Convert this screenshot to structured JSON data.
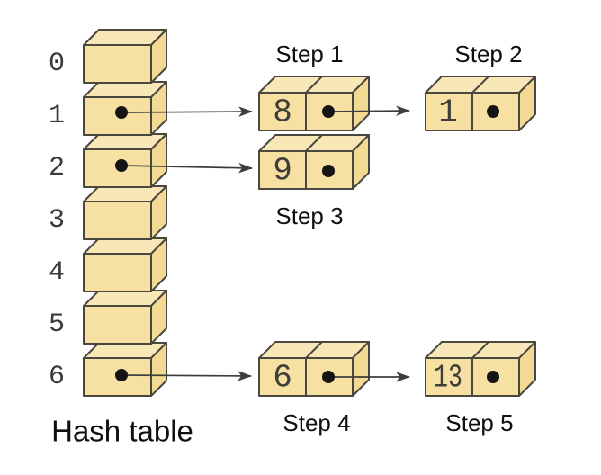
{
  "diagram": {
    "title": "Hash table",
    "colors": {
      "box_fill": "#f6e1a3",
      "box_top": "#f8e8b7",
      "box_side": "#f2da92",
      "outline": "#4a4741",
      "arrow": "#3d3d3d",
      "dot": "#141414",
      "text": "#0f0f0f"
    },
    "hash_table": {
      "slots": [
        {
          "label": "0",
          "has_pointer": false
        },
        {
          "label": "1",
          "has_pointer": true,
          "target_value": "8"
        },
        {
          "label": "2",
          "has_pointer": true,
          "target_value": "9"
        },
        {
          "label": "3",
          "has_pointer": false
        },
        {
          "label": "4",
          "has_pointer": false
        },
        {
          "label": "5",
          "has_pointer": false
        },
        {
          "label": "6",
          "has_pointer": true,
          "target_value": "6"
        }
      ]
    },
    "steps": [
      {
        "label": "Step 1",
        "value": "8",
        "linked_from": "slot 1",
        "links_to": "Step 2"
      },
      {
        "label": "Step 2",
        "value": "1",
        "linked_from": "Step 1"
      },
      {
        "label": "Step 3",
        "value": "9",
        "linked_from": "slot 2"
      },
      {
        "label": "Step 4",
        "value": "6",
        "linked_from": "slot 6",
        "links_to": "Step 5"
      },
      {
        "label": "Step 5",
        "value": "13",
        "linked_from": "Step 4"
      }
    ]
  }
}
